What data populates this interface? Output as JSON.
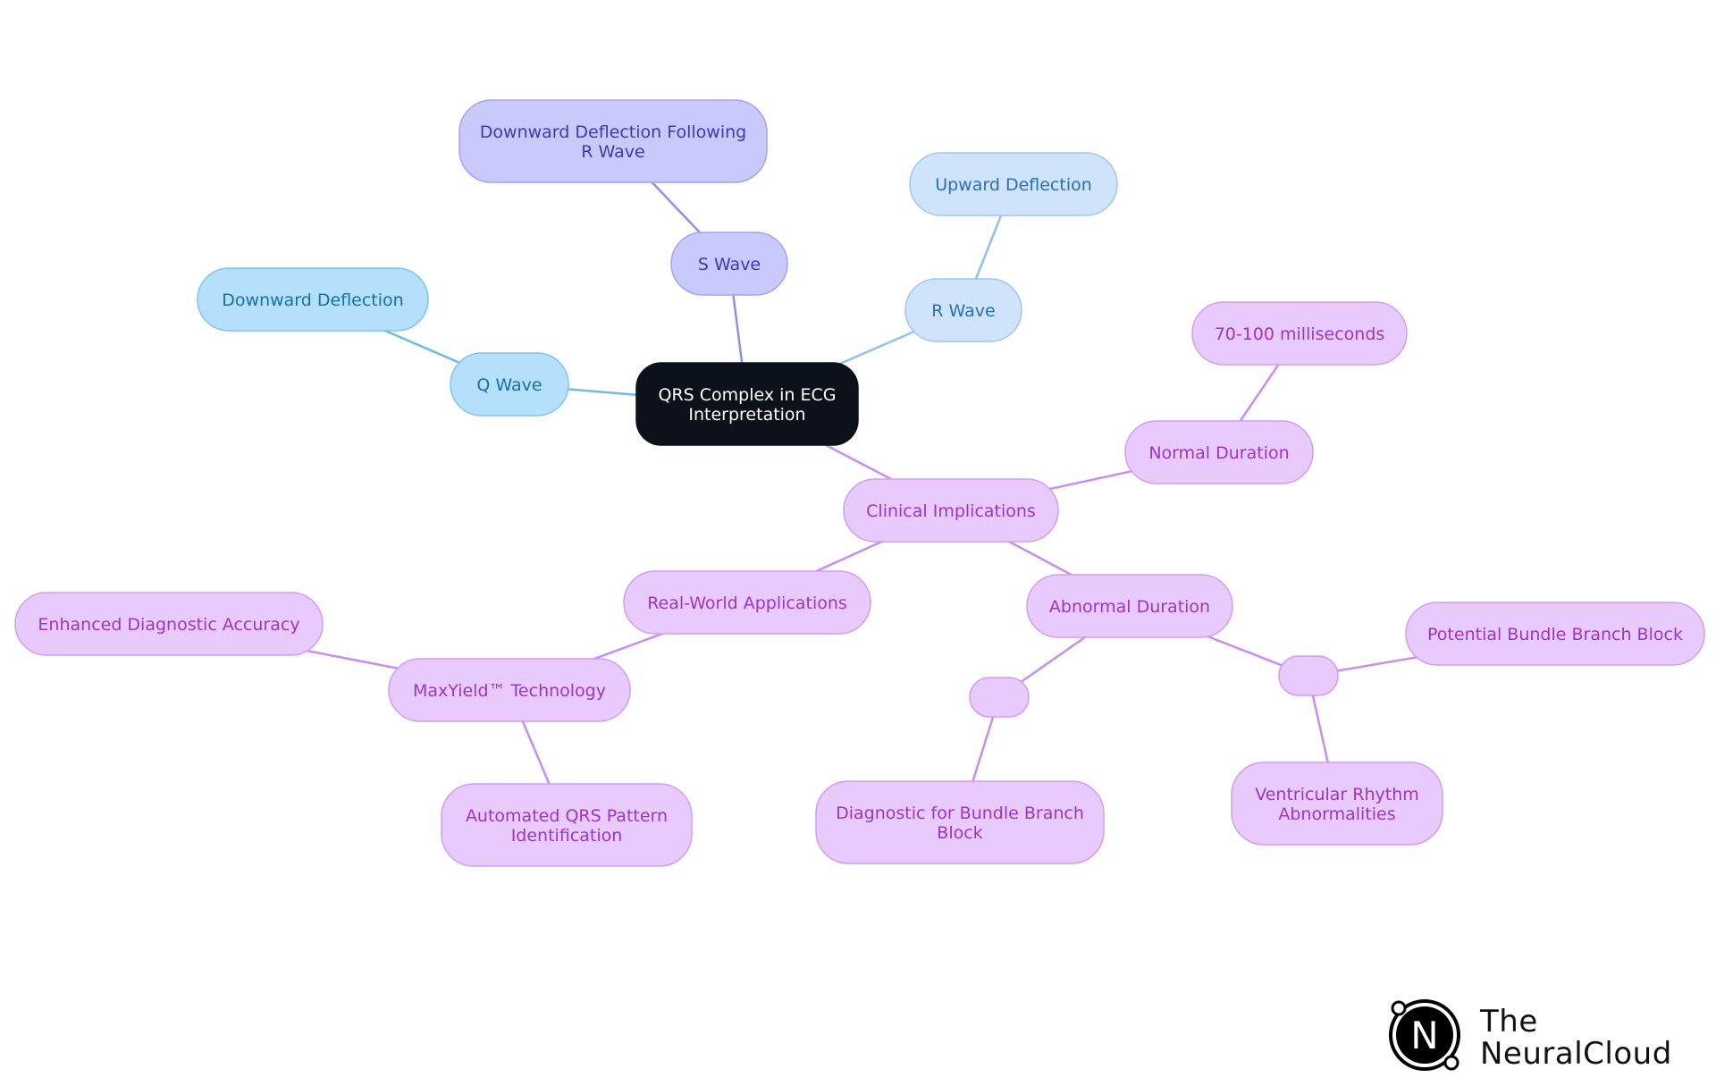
{
  "diagram": {
    "type": "mindmap",
    "root": {
      "id": "root",
      "label": "QRS Complex in ECG Interpretation",
      "lines": [
        "QRS Complex in ECG",
        "Interpretation"
      ]
    },
    "colors": {
      "root": {
        "fill": "#0c111a",
        "stroke": "#0c111a",
        "text": "#ffffff"
      },
      "q_branch": {
        "fill": "#b5e0fb",
        "stroke": "#7cc4ee",
        "text": "#1a6fa8",
        "edge": "#6fb9e6"
      },
      "s_branch": {
        "fill": "#c9c9fc",
        "stroke": "#a3a3f0",
        "text": "#3b3bb0",
        "edge": "#8f8fe8"
      },
      "r_branch": {
        "fill": "#cfe3fb",
        "stroke": "#9fc6ee",
        "text": "#2a6fb0",
        "edge": "#93bfec"
      },
      "clinical_branch": {
        "fill": "#e8cafc",
        "stroke": "#d29cf3",
        "text": "#9b35c8",
        "edge": "#c98cf0"
      }
    },
    "nodes": [
      {
        "id": "q",
        "parent": "root",
        "branch": "q_branch",
        "label": "Q Wave",
        "lines": [
          "Q Wave"
        ]
      },
      {
        "id": "q1",
        "parent": "q",
        "branch": "q_branch",
        "label": "Downward Deflection",
        "lines": [
          "Downward Deflection"
        ]
      },
      {
        "id": "s",
        "parent": "root",
        "branch": "s_branch",
        "label": "S Wave",
        "lines": [
          "S Wave"
        ]
      },
      {
        "id": "s1",
        "parent": "s",
        "branch": "s_branch",
        "label": "Downward Deflection Following R Wave",
        "lines": [
          "Downward Deflection Following",
          "R Wave"
        ]
      },
      {
        "id": "r",
        "parent": "root",
        "branch": "r_branch",
        "label": "R Wave",
        "lines": [
          "R Wave"
        ]
      },
      {
        "id": "r1",
        "parent": "r",
        "branch": "r_branch",
        "label": "Upward Deflection",
        "lines": [
          "Upward Deflection"
        ]
      },
      {
        "id": "ci",
        "parent": "root",
        "branch": "clinical_branch",
        "label": "Clinical Implications",
        "lines": [
          "Clinical Implications"
        ]
      },
      {
        "id": "nd",
        "parent": "ci",
        "branch": "clinical_branch",
        "label": "Normal Duration",
        "lines": [
          "Normal Duration"
        ]
      },
      {
        "id": "nd1",
        "parent": "nd",
        "branch": "clinical_branch",
        "label": "70-100 milliseconds",
        "lines": [
          "70-100 milliseconds"
        ]
      },
      {
        "id": "rw",
        "parent": "ci",
        "branch": "clinical_branch",
        "label": "Real-World Applications",
        "lines": [
          "Real-World Applications"
        ]
      },
      {
        "id": "mx",
        "parent": "rw",
        "branch": "clinical_branch",
        "label": "MaxYield™ Technology",
        "lines": [
          "MaxYield™ Technology"
        ]
      },
      {
        "id": "mx1",
        "parent": "mx",
        "branch": "clinical_branch",
        "label": "Enhanced Diagnostic Accuracy",
        "lines": [
          "Enhanced Diagnostic Accuracy"
        ]
      },
      {
        "id": "mx2",
        "parent": "mx",
        "branch": "clinical_branch",
        "label": "Automated QRS Pattern Identification",
        "lines": [
          "Automated QRS Pattern",
          "Identification"
        ]
      },
      {
        "id": "ad",
        "parent": "ci",
        "branch": "clinical_branch",
        "label": "Abnormal Duration",
        "lines": [
          "Abnormal Duration"
        ]
      },
      {
        "id": "e1",
        "parent": "ad",
        "branch": "clinical_branch",
        "label": "",
        "lines": []
      },
      {
        "id": "e1a",
        "parent": "e1",
        "branch": "clinical_branch",
        "label": "Diagnostic for Bundle Branch Block",
        "lines": [
          "Diagnostic for Bundle Branch",
          "Block"
        ]
      },
      {
        "id": "e2",
        "parent": "ad",
        "branch": "clinical_branch",
        "label": "",
        "lines": []
      },
      {
        "id": "e2a",
        "parent": "e2",
        "branch": "clinical_branch",
        "label": "Potential Bundle Branch Block",
        "lines": [
          "Potential Bundle Branch Block"
        ]
      },
      {
        "id": "e2b",
        "parent": "e2",
        "branch": "clinical_branch",
        "label": "Ventricular Rhythm Abnormalities",
        "lines": [
          "Ventricular Rhythm",
          "Abnormalities"
        ]
      }
    ]
  },
  "logo": {
    "mark": "N",
    "line1": "The",
    "line2": "NeuralCloud"
  }
}
